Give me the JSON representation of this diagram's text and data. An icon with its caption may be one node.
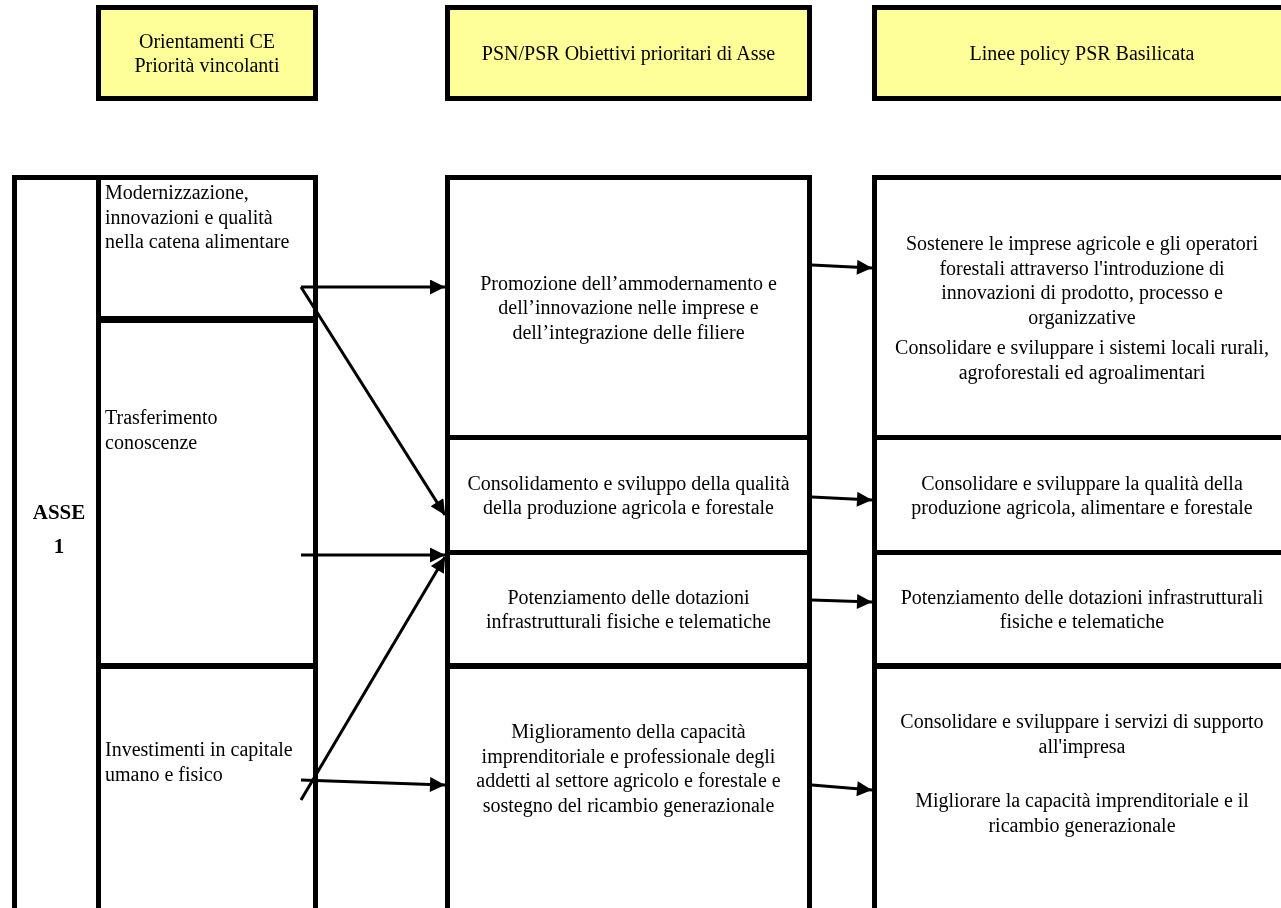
{
  "diagram": {
    "nodes": [
      {
        "text": [
          "Orientamenti CE Priorità vincolanti"
        ]
      },
      {
        "text": [
          "PSN/PSR Obiettivi prioritari di Asse"
        ]
      },
      {
        "text": [
          "Linee policy PSR Basilicata"
        ]
      },
      {
        "text": [
          "ASSE 1"
        ]
      },
      {
        "text": [
          "Modernizzazione, innovazioni e qualità nella catena alimentare"
        ],
        "in": 3
      },
      {
        "text": [
          "Trasferimento conoscenze"
        ],
        "in": 3
      },
      {
        "text": [
          "Investimenti in capitale umano e fisico"
        ],
        "in": 3
      },
      {
        "text": [
          "Promozione dell’ammodernamento e dell’innovazione nelle imprese e dell’integrazione delle filiere"
        ]
      },
      {
        "text": [
          "Consolidamento e sviluppo della qualità della produzione agricola e forestale"
        ]
      },
      {
        "text": [
          "Potenziamento delle dotazioni infrastrutturali fisiche e telematiche"
        ]
      },
      {
        "text": [
          "Miglioramento della capacità imprenditoriale e professionale degli addetti al settore agricolo e forestale e sostegno del ricambio generazionale"
        ]
      },
      {
        "text": [
          "Sostenere le imprese agricole e gli operatori forestali  attraverso l'introduzione di innovazioni di prodotto, processo e organizzative",
          "Consolidare e sviluppare i sistemi locali rurali, agroforestali ed agroalimentari"
        ]
      },
      {
        "text": [
          "Consolidare e sviluppare la qualità della produzione agricola, alimentare e forestale"
        ]
      },
      {
        "text": [
          "Potenziamento delle dotazioni infrastrutturali fisiche e telematiche"
        ]
      },
      {
        "text": [
          "Consolidare e sviluppare i servizi di supporto all'impresa",
          "Migliorare la capacità imprenditoriale e il ricambio generazionale"
        ]
      }
    ],
    "edges": [
      {
        "from": 4,
        "to": 7,
        "arrow": "to"
      },
      {
        "from": 4,
        "to": 8,
        "arrow": "to"
      },
      {
        "from": 5,
        "to": 9,
        "arrow": "to"
      },
      {
        "from": 6,
        "to": 9,
        "arrow": "to"
      },
      {
        "from": 6,
        "to": 10,
        "arrow": "to"
      },
      {
        "from": 7,
        "to": 11,
        "arrow": "to"
      },
      {
        "from": 8,
        "to": 12,
        "arrow": "to"
      },
      {
        "from": 9,
        "to": 13,
        "arrow": "to"
      },
      {
        "from": 10,
        "to": 14,
        "arrow": "to"
      }
    ]
  }
}
